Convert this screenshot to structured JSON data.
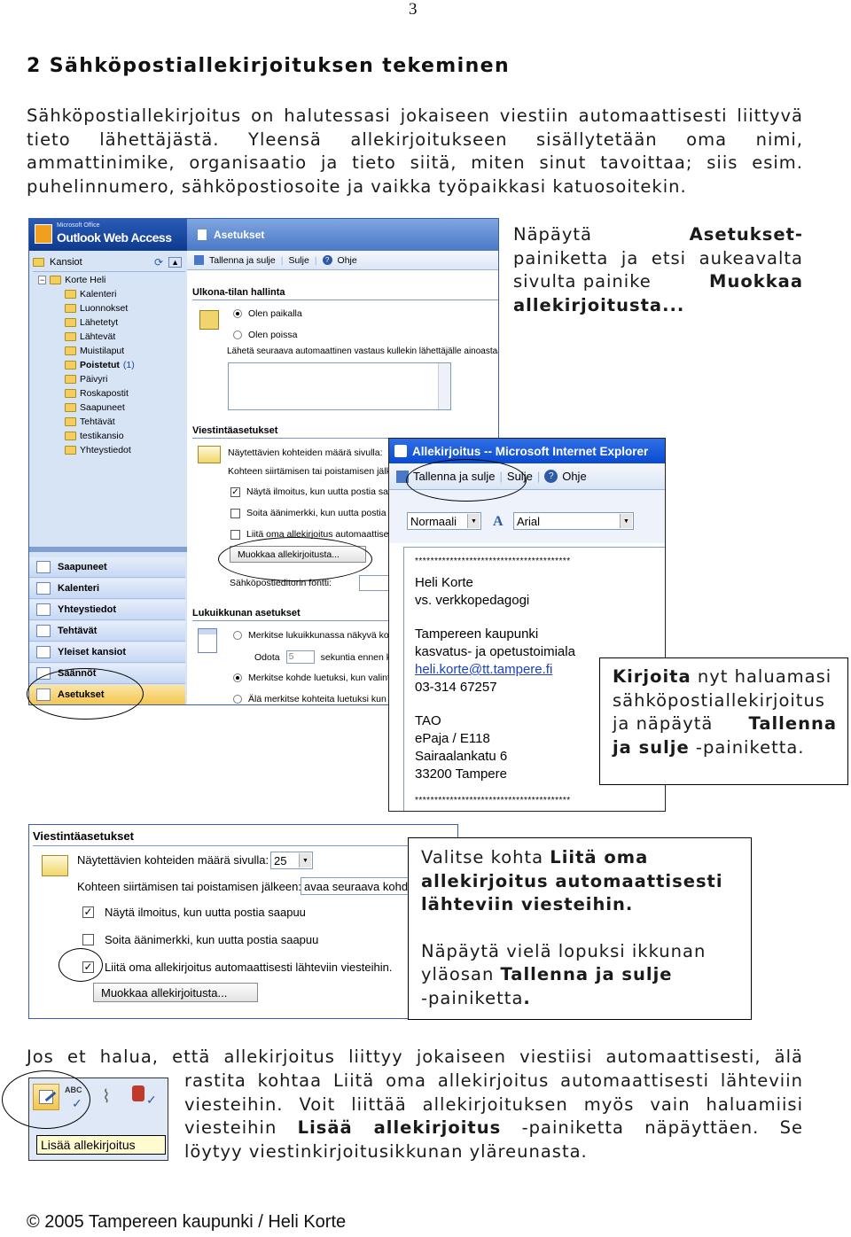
{
  "page_number": "3",
  "heading": "2 Sähköpostiallekirjoituksen tekeminen",
  "intro_lines": [
    "Sähköpostiallekirjoitus on halutessasi jokaiseen viestiin automaattisesti liittyvä",
    "tieto lähettäjästä. Yleensä allekirjoitukseen sisällytetään oma nimi,",
    "ammattinimike, organisaatio ja tieto siitä, miten sinut tavoittaa; siis esim.",
    "puhelinnumero, sähköpostiosoite ja vaikka työpaikkasi katuosoitekin."
  ],
  "step1": {
    "lines": [
      [
        "Näpäytä",
        "Asetukset-"
      ],
      [
        "painiketta ja etsi aukeavalta"
      ],
      [
        "sivulta painike",
        "Muokkaa"
      ],
      [
        "allekirjoitusta..."
      ]
    ]
  },
  "step2": {
    "l1_bold": "Kirjoita",
    "l1_rest": " nyt haluamasi",
    "l2": "sähköpostiallekirjoitus",
    "l3_pre": "ja näpäytä",
    "l3_bold": "Tallenna",
    "l4_bold": "ja sulje",
    "l4_rest": " -painiketta."
  },
  "step3": {
    "l1_pre": "Valitse kohta ",
    "l1_bold": "Liitä oma",
    "l2_bold": "allekirjoitus automaattisesti",
    "l3_bold": "lähteviin viesteihin.",
    "l4": "Näpäytä vielä lopuksi ikkunan",
    "l5_pre": "yläosan ",
    "l5_bold": "Tallenna ja sulje",
    "l6_pre": "-painiketta",
    "l6_bold": "."
  },
  "closing": {
    "line1": "Jos et halua, että allekirjoitus liittyy jokaiseen viestiisi automaattisesti, älä",
    "line2": "rastita kohtaa Liitä oma allekirjoitus automaattisesti lähteviin",
    "line3": "viesteihin. Voit liittää allekirjoituksen myös vain haluamiisi",
    "line4_pre": "viesteihin ",
    "line4_bold": "Lisää allekirjoitus",
    "line4_post": " -painiketta näpäyttäen. Se",
    "line5": "löytyy viestinkirjoitusikkunan yläreunasta."
  },
  "footer": "© 2005 Tampereen kaupunki / Heli Korte",
  "owa": {
    "brand_small": "Microsoft Office",
    "brand": "Outlook Web Access",
    "page_title": "Asetukset",
    "folders_label": "Kansiot",
    "toolbar_save": "Tallenna ja sulje",
    "toolbar_close": "Sulje",
    "toolbar_help": "Ohje",
    "tree": [
      "Korte Heli",
      "Kalenteri",
      "Luonnokset",
      "Lähetetyt",
      "Lähtevät",
      "Muistilaput",
      "Poistetut",
      "Päivyri",
      "Roskapostit",
      "Saapuneet",
      "Tehtävät",
      "testikansio",
      "Yhteystiedot"
    ],
    "deleted_count": "(1)",
    "nav": [
      "Saapuneet",
      "Kalenteri",
      "Yhteystiedot",
      "Tehtävät",
      "Yleiset kansiot",
      "Säännöt",
      "Asetukset"
    ],
    "oof_title": "Ulkona-tilan hallinta",
    "oof_in": "Olen paikalla",
    "oof_out": "Olen poissa",
    "oof_reply": "Lähetä seuraava automaattinen vastaus kullekin lähettäjälle ainoastaan",
    "msg_title": "Viestintäasetukset",
    "msg_items": "Näytettävien kohteiden määrä sivulla:",
    "msg_move": "Kohteen siirtämisen tai poistamisen jälkeen",
    "msg_notify": "Näytä ilmoitus, kun uutta postia saapuu",
    "msg_sound": "Soita äänimerkki, kun uutta postia saapuu",
    "msg_attach": "Liitä oma allekirjoitus automaattisesti",
    "edit_sig": "Muokkaa allekirjoitusta...",
    "editor_font": "Sähköpostieditorin fontti:",
    "read_title": "Lukuikkunan asetukset",
    "read_mark": "Merkitse lukuikkunassa näkyvä kohde",
    "read_wait": "Odota",
    "read_wait_val": "5",
    "read_wait_rest": "sekuntia ennen koh",
    "read_mark2": "Merkitse kohde luetuksi, kun valinta",
    "read_nomark": "Älä merkitse kohteita luetuksi kun"
  },
  "sigwin": {
    "title": "Allekirjoitus -- Microsoft Internet Explorer",
    "save": "Tallenna ja sulje",
    "close": "Sulje",
    "help": "Ohje",
    "style": "Normaali",
    "font": "Arial",
    "stars": "****************************************",
    "sig_lines": [
      "Heli Korte",
      "vs. verkkopedagogi",
      "",
      "Tampereen kaupunki",
      "kasvatus- ja opetustoimiala",
      "heli.korte@tt.tampere.fi",
      "03-314 67257",
      "",
      "TAO",
      "ePaja / E118",
      "Sairaalankatu 6",
      "33200 Tampere"
    ]
  },
  "msgshot": {
    "title": "Viestintäasetukset",
    "items_label": "Näytettävien kohteiden määrä sivulla:",
    "items_value": "25",
    "move_label": "Kohteen siirtämisen tai poistamisen jälkeen:",
    "move_value": "avaa seuraava kohde",
    "notify": "Näytä ilmoitus, kun uutta postia saapuu",
    "sound": "Soita äänimerkki, kun uutta postia saapuu",
    "attach": "Liitä oma allekirjoitus automaattisesti lähteviin viesteihin.",
    "edit_btn": "Muokkaa allekirjoitusta..."
  },
  "toolbar_shot": {
    "abc": "ABC",
    "insert_sig": "Lisää allekirjoitus"
  }
}
